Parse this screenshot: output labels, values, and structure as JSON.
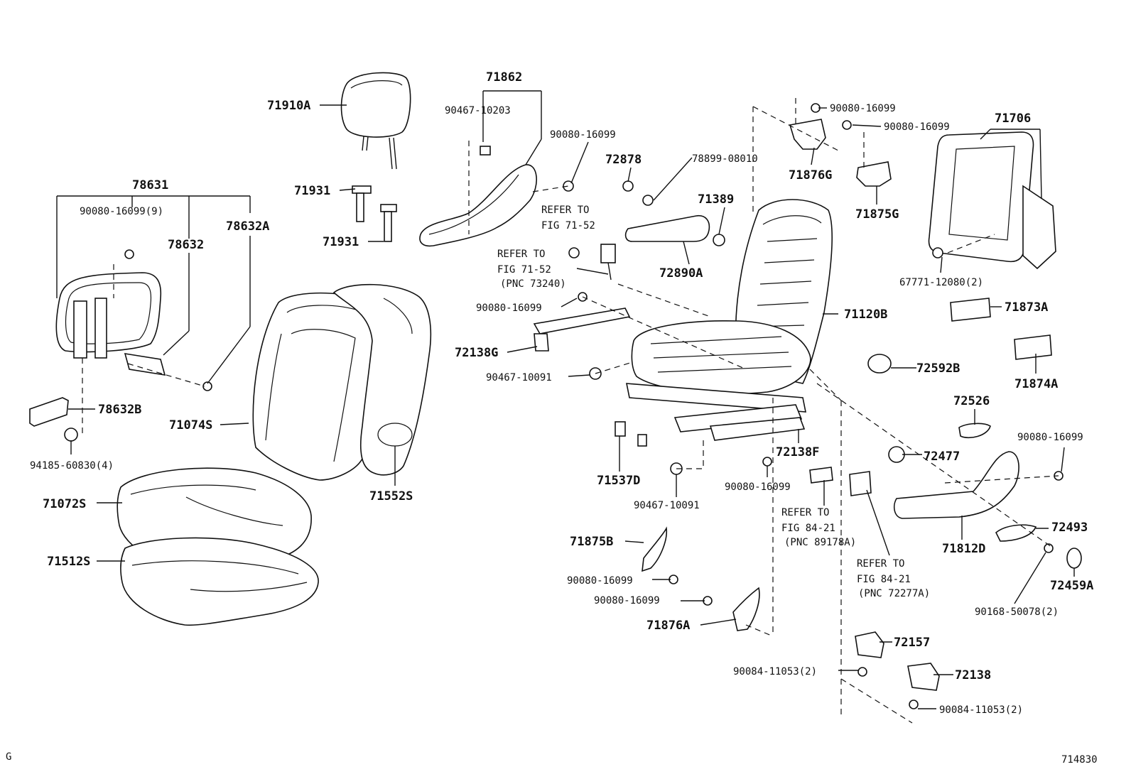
{
  "figure": {
    "corner_left": "G",
    "corner_right": "714830"
  },
  "labels": {
    "p71910A": "71910A",
    "p71862": "71862",
    "p90467_10203": "90467-10203",
    "p90080_top_a": "90080-16099",
    "p72878": "72878",
    "p78899_08010": "78899-08010",
    "p90080_top_b": "90080-16099",
    "p90080_top_c": "90080-16099",
    "p71876G": "71876G",
    "p71875G": "71875G",
    "p71706": "71706",
    "p78631": "78631",
    "p90080_9": "90080-16099(9)",
    "p78632": "78632",
    "p78632A": "78632A",
    "p71931_a": "71931",
    "p71931_b": "71931",
    "p71389": "71389",
    "p72890A": "72890A",
    "p67771": "67771-12080(2)",
    "p71873A": "71873A",
    "p90080_mid": "90080-16099",
    "p71120B": "71120B",
    "p72138G": "72138G",
    "p90467_10091_a": "90467-10091",
    "p72592B": "72592B",
    "p71874A": "71874A",
    "p71074S": "71074S",
    "p78632B": "78632B",
    "p94185": "94185-60830(4)",
    "p72526": "72526",
    "p90080_right": "90080-16099",
    "p72477": "72477",
    "p72138F": "72138F",
    "p71537D": "71537D",
    "p90080_lower": "90080-16099",
    "p71552S": "71552S",
    "p90467_10091_b": "90467-10091",
    "p71072S": "71072S",
    "p72493": "72493",
    "p71812D": "71812D",
    "p71875B": "71875B",
    "p72459A": "72459A",
    "p71512S": "71512S",
    "p90080_b1": "90080-16099",
    "p90168": "90168-50078(2)",
    "p90080_b2": "90080-16099",
    "p71876A": "71876A",
    "p72157": "72157",
    "p90084_a": "90084-11053(2)",
    "p72138": "72138",
    "p90084_b": "90084-11053(2)"
  },
  "notes": {
    "refer_1": [
      "REFER TO",
      "FIG  71-52"
    ],
    "refer_2": [
      "REFER TO",
      "FIG  71-52",
      "(PNC 73240)"
    ],
    "refer_3": [
      "REFER TO",
      "FIG  84-21",
      "(PNC 89178A)"
    ],
    "refer_4": [
      "REFER TO",
      "FIG  84-21",
      "(PNC 72277A)"
    ]
  }
}
